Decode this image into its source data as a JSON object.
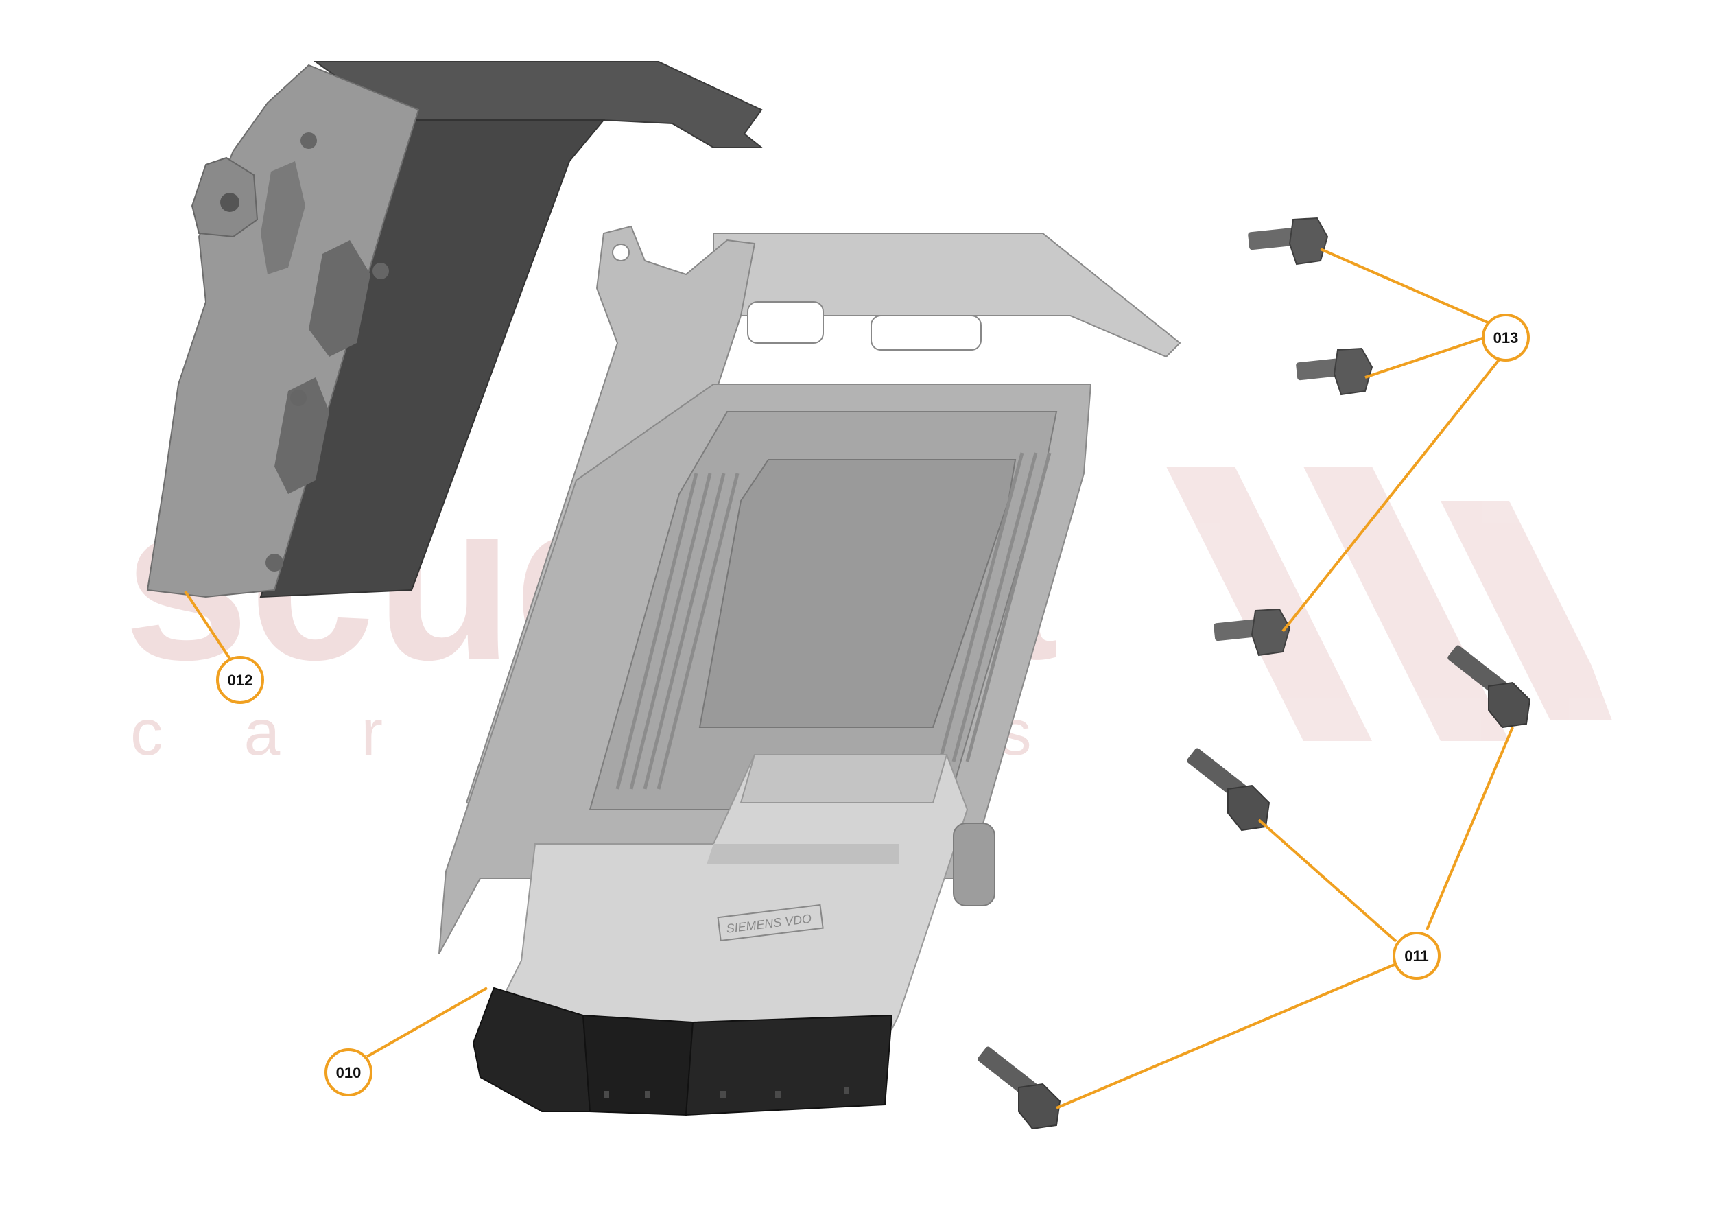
{
  "watermark": {
    "brand": "scuderia",
    "sub": "car parts"
  },
  "colors": {
    "callout_ring": "#f0a020",
    "leader_line": "#f0a020",
    "bracket_dark": "#474747",
    "bracket_light": "#9a9a9a",
    "ecu_body": "#c8c8c8",
    "connector": "#222222",
    "bolt": "#5a5a5a",
    "watermark": "#e9c9c9"
  },
  "ecu_label": "SIEMENS VDO",
  "callouts": {
    "c010": "010",
    "c011": "011",
    "c012": "012",
    "c013": "013"
  },
  "parts": [
    {
      "ref": "010",
      "name": "ecu-module"
    },
    {
      "ref": "011",
      "name": "flange-bolt",
      "count": 3
    },
    {
      "ref": "012",
      "name": "heat-shield-bracket"
    },
    {
      "ref": "013",
      "name": "stud-bolt",
      "count": 3
    }
  ]
}
